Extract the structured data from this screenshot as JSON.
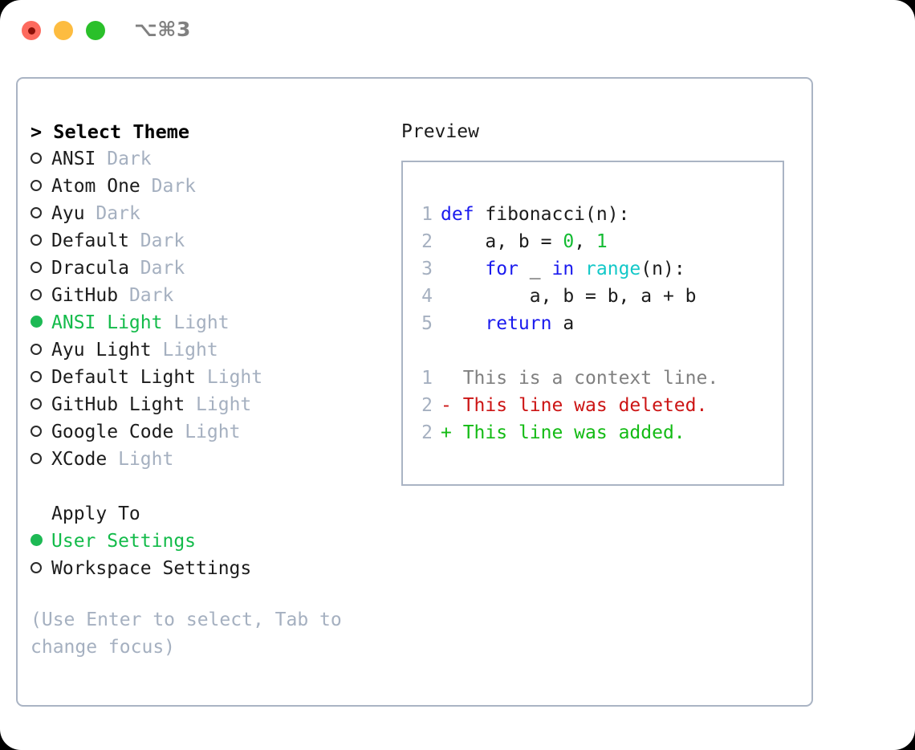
{
  "window": {
    "shortcut": "⌥⌘3",
    "traffic_lights": [
      "close-red",
      "minimize-amber",
      "maximize-green"
    ]
  },
  "left": {
    "header": "> Select Theme",
    "themes": [
      {
        "name": "ANSI",
        "variant": "Dark",
        "selected": false
      },
      {
        "name": "Atom One",
        "variant": "Dark",
        "selected": false
      },
      {
        "name": "Ayu",
        "variant": "Dark",
        "selected": false
      },
      {
        "name": "Default",
        "variant": "Dark",
        "selected": false
      },
      {
        "name": "Dracula",
        "variant": "Dark",
        "selected": false
      },
      {
        "name": "GitHub",
        "variant": "Dark",
        "selected": false
      },
      {
        "name": "ANSI Light",
        "variant": "Light",
        "selected": true
      },
      {
        "name": "Ayu Light",
        "variant": "Light",
        "selected": false
      },
      {
        "name": "Default Light",
        "variant": "Light",
        "selected": false
      },
      {
        "name": "GitHub Light",
        "variant": "Light",
        "selected": false
      },
      {
        "name": "Google Code",
        "variant": "Light",
        "selected": false
      },
      {
        "name": "XCode",
        "variant": "Light",
        "selected": false
      }
    ],
    "apply_to_header": "Apply To",
    "apply_to_options": [
      {
        "label": "User Settings",
        "selected": true
      },
      {
        "label": "Workspace Settings",
        "selected": false
      }
    ],
    "hint": "(Use Enter to select, Tab to change focus)"
  },
  "right": {
    "preview_title": "Preview",
    "code_lines": [
      {
        "num": "1",
        "tokens": [
          {
            "t": "def",
            "c": "kw"
          },
          {
            "t": " fibonacci(n):",
            "c": "id"
          }
        ]
      },
      {
        "num": "2",
        "tokens": [
          {
            "t": "    a, b = ",
            "c": "id"
          },
          {
            "t": "0",
            "c": "num"
          },
          {
            "t": ", ",
            "c": "id"
          },
          {
            "t": "1",
            "c": "num"
          }
        ]
      },
      {
        "num": "3",
        "tokens": [
          {
            "t": "    ",
            "c": "id"
          },
          {
            "t": "for",
            "c": "kw"
          },
          {
            "t": " _ ",
            "c": "id"
          },
          {
            "t": "in",
            "c": "kw"
          },
          {
            "t": " ",
            "c": "id"
          },
          {
            "t": "range",
            "c": "fn"
          },
          {
            "t": "(n):",
            "c": "id"
          }
        ]
      },
      {
        "num": "4",
        "tokens": [
          {
            "t": "        a, b = b, a + b",
            "c": "id"
          }
        ]
      },
      {
        "num": "5",
        "tokens": [
          {
            "t": "    ",
            "c": "id"
          },
          {
            "t": "return",
            "c": "kw"
          },
          {
            "t": " a",
            "c": "id"
          }
        ]
      }
    ],
    "diff_lines": [
      {
        "num": "1",
        "marker": " ",
        "text": " This is a context line.",
        "kind": "ctx"
      },
      {
        "num": "2",
        "marker": "-",
        "text": " This line was deleted.",
        "kind": "del"
      },
      {
        "num": "2",
        "marker": "+",
        "text": " This line was added.",
        "kind": "add"
      }
    ]
  },
  "colors": {
    "accent_green": "#13bb4a",
    "muted": "#a5b0c0",
    "keyword_blue": "#1a1aee",
    "function_cyan": "#13c8c8",
    "number_green": "#13bb32",
    "diff_deleted": "#cc1414",
    "diff_added": "#13bb14",
    "border": "#aab4c4"
  }
}
